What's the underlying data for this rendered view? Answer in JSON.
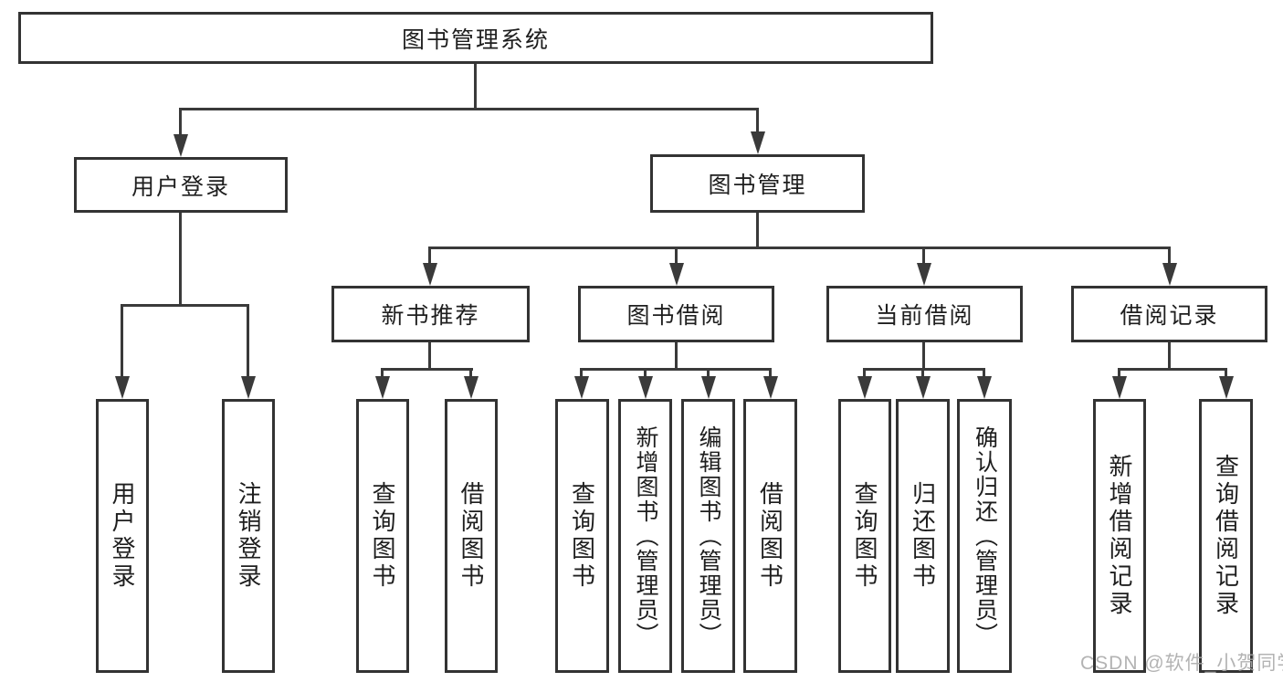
{
  "root": {
    "label": "图书管理系统"
  },
  "level2": [
    {
      "label": "用户登录"
    },
    {
      "label": "图书管理"
    }
  ],
  "level3": [
    {
      "label": "新书推荐"
    },
    {
      "label": "图书借阅"
    },
    {
      "label": "当前借阅"
    },
    {
      "label": "借阅记录"
    }
  ],
  "leaves": [
    {
      "label": "用户登录"
    },
    {
      "label": "注销登录"
    },
    {
      "label": "查询图书"
    },
    {
      "label": "借阅图书"
    },
    {
      "label": "查询图书"
    },
    {
      "label": "新增图书（管理员）"
    },
    {
      "label": "编辑图书（管理员）"
    },
    {
      "label": "借阅图书"
    },
    {
      "label": "查询图书"
    },
    {
      "label": "归还图书"
    },
    {
      "label": "确认归还（管理员）"
    },
    {
      "label": "新增借阅记录"
    },
    {
      "label": "查询借阅记录"
    }
  ],
  "watermark": {
    "text": "CSDN @软件_小贺同学"
  },
  "colors": {
    "background": "#ffffff",
    "box_border": "#333333",
    "connector_line": "#3a3a3a",
    "text": "#1e1e1e",
    "watermark_text": "#a8a8a8"
  }
}
